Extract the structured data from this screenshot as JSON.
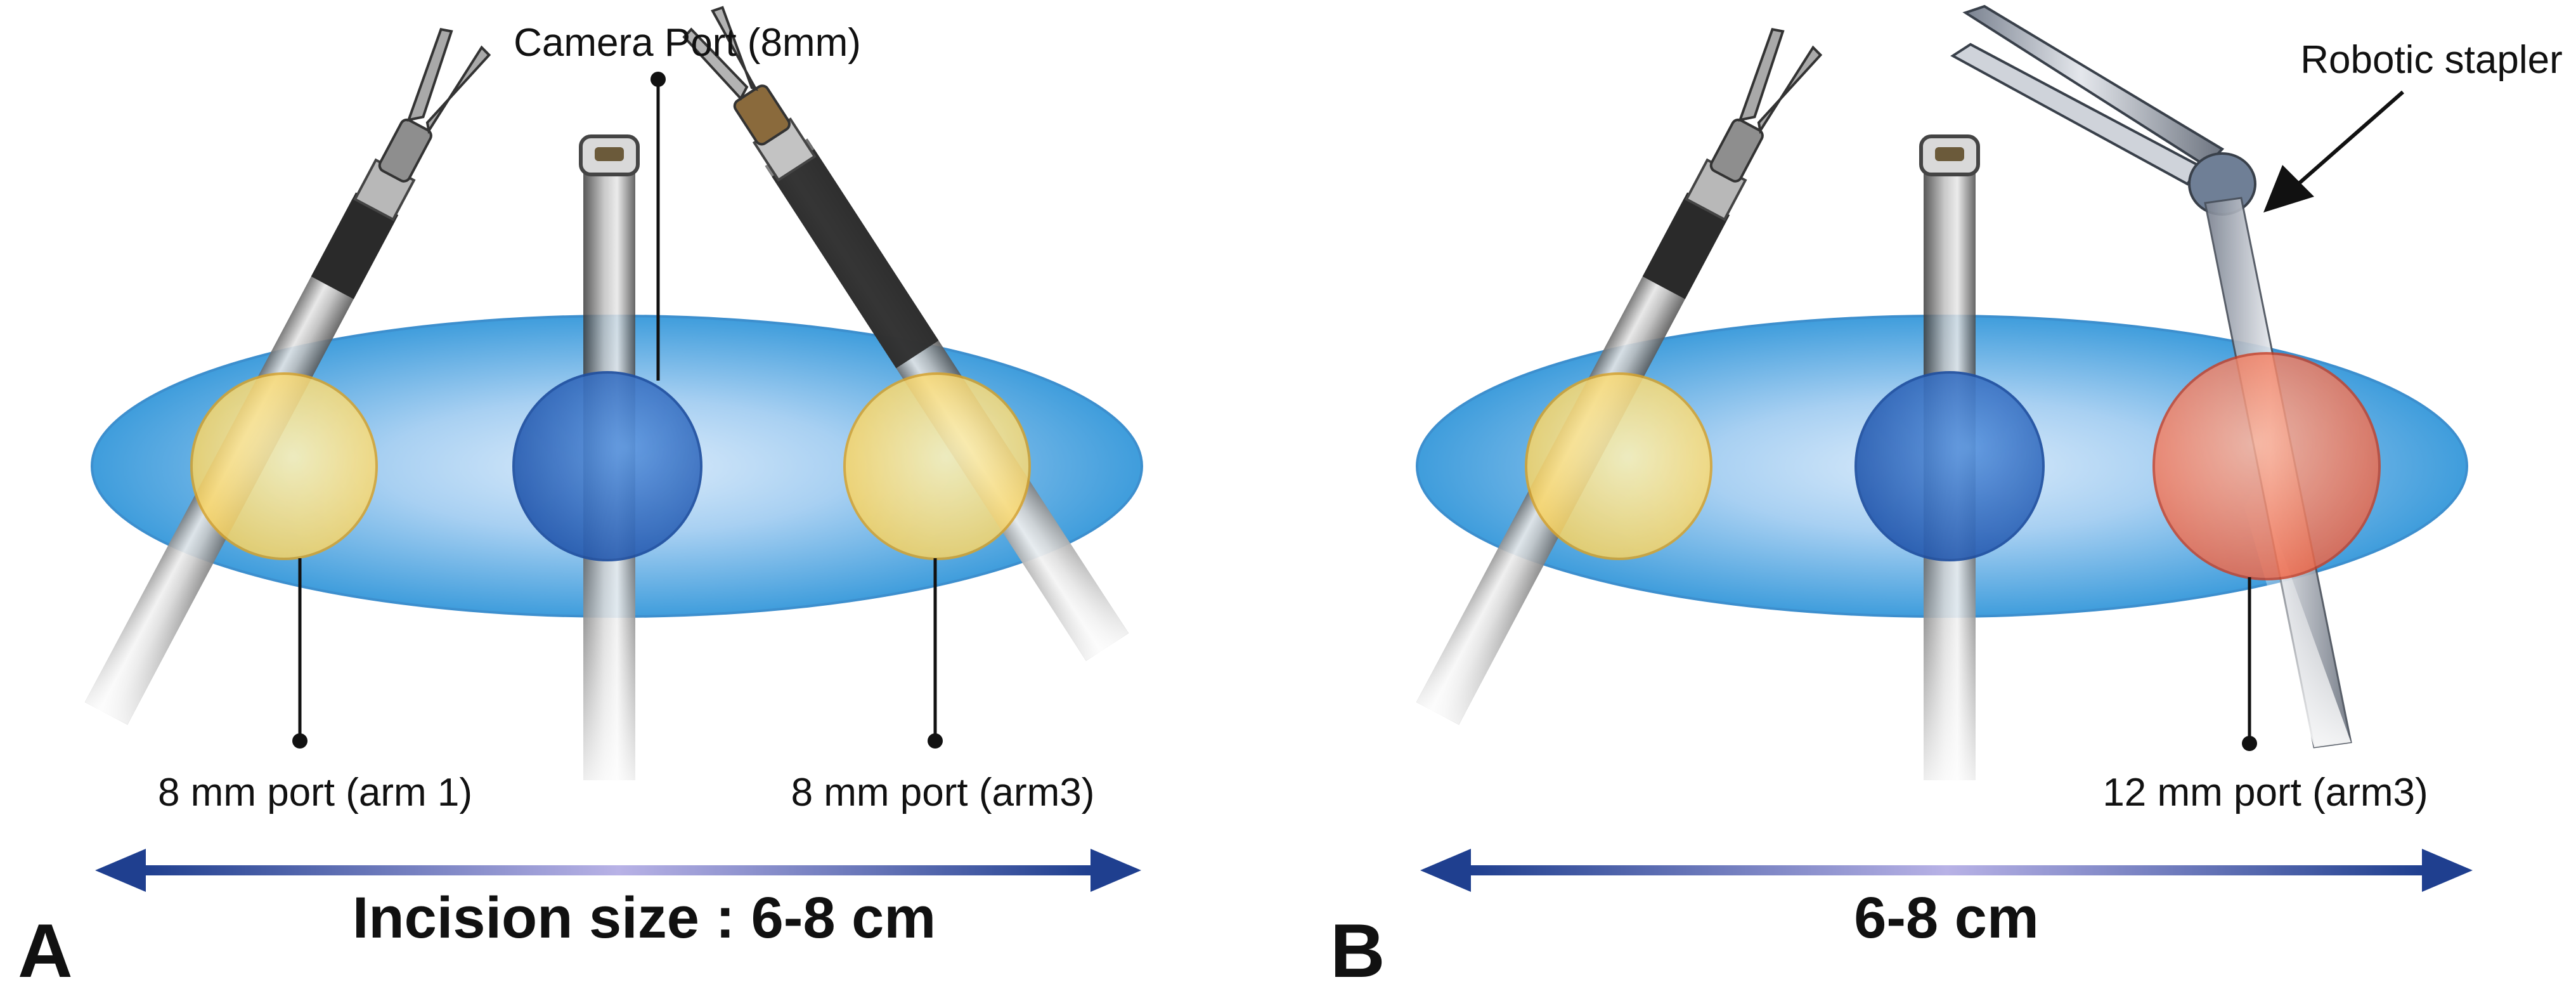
{
  "panels": {
    "a": {
      "letter": "A",
      "camera_port_label": "Camera Port (8mm)",
      "left_port_label": "8 mm port (arm 1)",
      "right_port_label": "8 mm port (arm3)",
      "incision_label": "Incision size : 6-8 cm"
    },
    "b": {
      "letter": "B",
      "stapler_label": "Robotic stapler",
      "right_port_label": "12 mm port (arm3)",
      "incision_label": "6-8 cm"
    }
  },
  "colors": {
    "incision_ellipse": "#4aa6df",
    "camera_port": "#2f6fc7",
    "eight_mm_port": "#ffd65a",
    "twelve_mm_port": "#f36a4d",
    "arrow_dark": "#1f3f8f",
    "arrow_light": "#b8b2e6"
  }
}
